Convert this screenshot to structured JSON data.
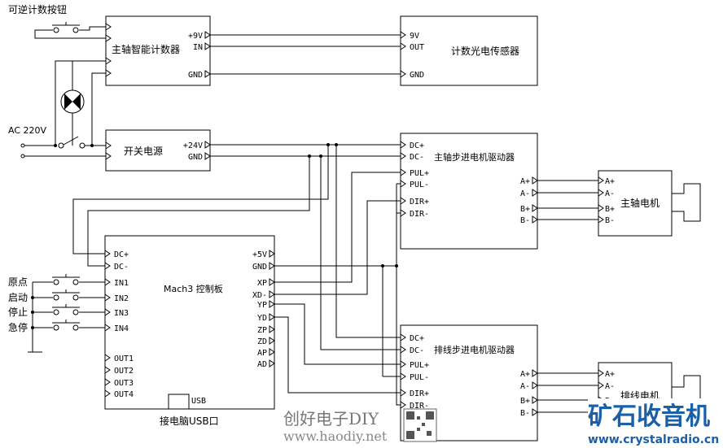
{
  "labels": {
    "reverse_button": "可逆计数按钮",
    "ac": "AC 220V",
    "origin": "原点",
    "start": "启动",
    "stop": "停止",
    "estop": "急停",
    "usb_caption": "接电脑USB口"
  },
  "counter": {
    "title": "主轴智能计数器",
    "pins_right": [
      "+9V",
      "IN",
      "GND"
    ]
  },
  "sensor": {
    "title": "计数光电传感器",
    "pins_left": [
      "9V",
      "OUT",
      "GND"
    ]
  },
  "psu": {
    "title": "开关电源",
    "pins_right": [
      "+24V",
      "GND"
    ]
  },
  "drv1": {
    "title": "主轴步进电机驱动器",
    "pins_left": [
      "DC+",
      "DC-",
      "PUL+",
      "PUL-",
      "DIR+",
      "DIR-"
    ],
    "pins_right": [
      "A+",
      "A-",
      "B+",
      "B-"
    ]
  },
  "motor1": {
    "title": "主轴电机",
    "pins_left": [
      "A+",
      "A-",
      "B+",
      "B-"
    ]
  },
  "mach3": {
    "title": "Mach3  控制板",
    "pins_left": [
      "DC+",
      "DC-",
      "IN1",
      "IN2",
      "IN3",
      "IN4",
      "OUT1",
      "OUT2",
      "OUT3",
      "OUT4"
    ],
    "pins_right": [
      "+5V",
      "GND",
      "XP",
      "XD-",
      "YP",
      "YD",
      "ZP",
      "ZD",
      "AP",
      "AD"
    ],
    "usb": "USB"
  },
  "drv2": {
    "title": "排线步进电机驱动器",
    "pins_left": [
      "DC+",
      "DC-",
      "PUL+",
      "PUL-",
      "DIR+",
      "DIR-"
    ],
    "pins_right": [
      "A+",
      "A-",
      "B+",
      "B-"
    ]
  },
  "motor2": {
    "title": "排线电机",
    "pins_left": [
      "A+",
      "A-",
      "B+",
      "B-"
    ]
  },
  "watermark": {
    "text1": "创好电子DIY",
    "text2": "www.haodiy.net"
  },
  "brand": {
    "name": "矿石收音机",
    "url": "www.crystalradio.cn",
    "color": "#1a5fa8"
  }
}
